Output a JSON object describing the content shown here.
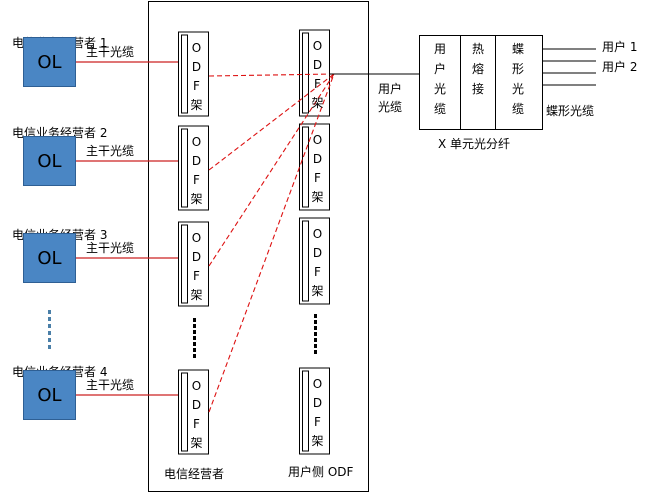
{
  "operators": [
    {
      "name": "电信业务经营者 1",
      "box": "OL",
      "trunk": "主干光缆"
    },
    {
      "name": "电信业务经营者 2",
      "box": "OL",
      "trunk": "主干光缆"
    },
    {
      "name": "电信业务经营者 3",
      "box": "OL",
      "trunk": "主干光缆"
    },
    {
      "name": "电信业务经营者 4",
      "box": "OL",
      "trunk": "主干光缆"
    }
  ],
  "odf_chars": [
    "O",
    "D",
    "F",
    "架"
  ],
  "carrier_side_label": "电信经营者",
  "user_side_label": "用户侧 ODF",
  "user_cable_label": [
    "用户",
    "光缆"
  ],
  "splitter": {
    "label": "X 单元光分纤",
    "cells": [
      {
        "chars": [
          "用",
          "户",
          "光",
          "缆"
        ]
      },
      {
        "chars": [
          "热",
          "熔",
          "接"
        ]
      },
      {
        "chars": [
          "蝶",
          "形",
          "光",
          "缆"
        ]
      }
    ]
  },
  "butterfly_cable_label": "蝶形光缆",
  "users": [
    "用户 1",
    "用户 2"
  ],
  "colors": {
    "ol_fill": "#4a86c4",
    "ol_border": "#2e5f94",
    "trunk_line": "#cc2222",
    "jumper_dash": "#dd1111",
    "dotted_marker": "#4a7fa8",
    "frame_line": "#000000"
  }
}
